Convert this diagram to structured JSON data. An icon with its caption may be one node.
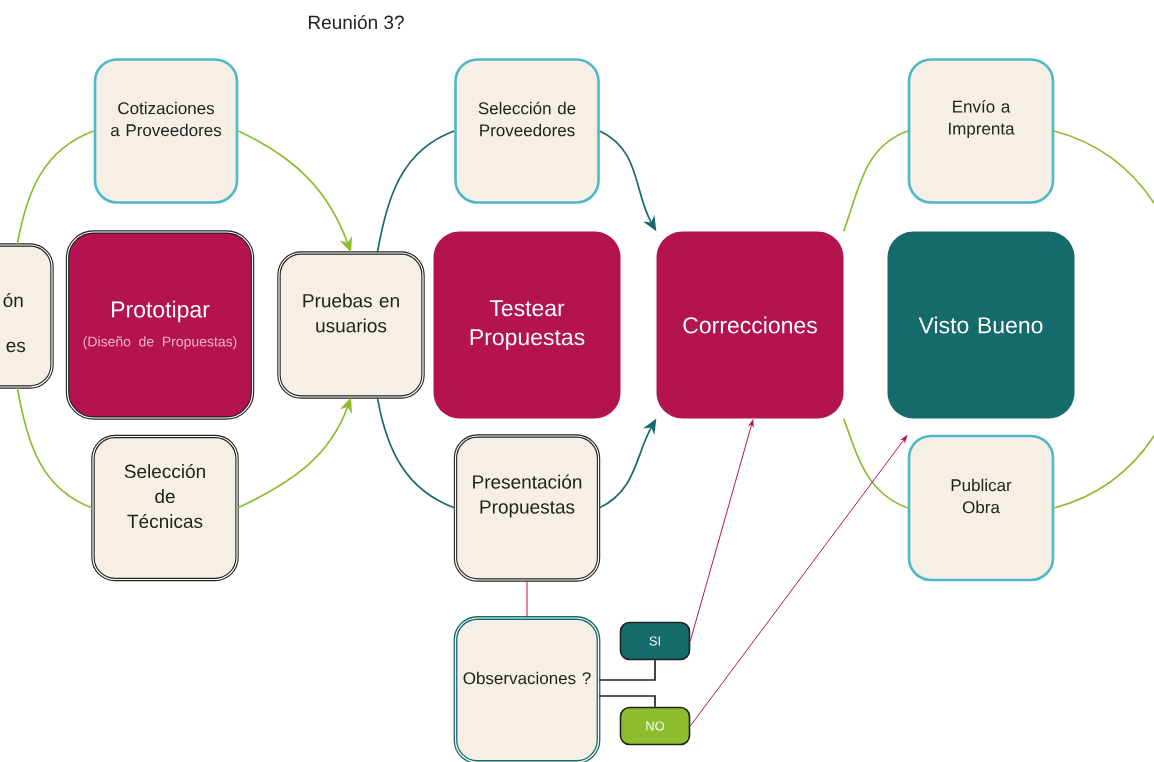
{
  "diagram": {
    "title": "Reunión 3?",
    "nodes": [
      {
        "text": [
          "ón",
          "es"
        ]
      },
      {
        "text": [
          "Cotizaciones a Proveedores"
        ]
      },
      {
        "text": [
          "Prototipar",
          "(Diseño de Propuestas)"
        ]
      },
      {
        "text": [
          "Selección de Técnicas"
        ]
      },
      {
        "text": [
          "Pruebas en usuarios"
        ]
      },
      {
        "text": [
          "Selección de Proveedores"
        ]
      },
      {
        "text": [
          "Testear Propuestas"
        ]
      },
      {
        "text": [
          "Presentación Propuestas"
        ]
      },
      {
        "text": [
          "Correcciones"
        ]
      },
      {
        "text": [
          "Envío a Imprenta"
        ]
      },
      {
        "text": [
          "Visto Bueno"
        ]
      },
      {
        "text": [
          "Publicar Obra"
        ]
      },
      {
        "text": [
          "Observaciones ?"
        ]
      },
      {
        "text": [
          "SI"
        ]
      },
      {
        "text": [
          "NO"
        ]
      }
    ],
    "edges": [
      {
        "from": 0,
        "to": 1,
        "arrow": "none"
      },
      {
        "from": 0,
        "to": 3,
        "arrow": "none"
      },
      {
        "from": 1,
        "to": 4,
        "arrow": "to"
      },
      {
        "from": 3,
        "to": 4,
        "arrow": "to"
      },
      {
        "from": 4,
        "to": 5,
        "arrow": "none",
        "color": "#156a6c"
      },
      {
        "from": 4,
        "to": 7,
        "arrow": "none",
        "color": "#156a6c"
      },
      {
        "from": 5,
        "to": 8,
        "arrow": "to",
        "color": "#156a6c"
      },
      {
        "from": 7,
        "to": 8,
        "arrow": "to",
        "color": "#156a6c"
      },
      {
        "from": 8,
        "to": 9,
        "arrow": "none"
      },
      {
        "from": 8,
        "to": 11,
        "arrow": "none"
      },
      {
        "from": 9,
        "to": 11,
        "arrow": "none"
      },
      {
        "from": 7,
        "to": 12,
        "arrow": "none",
        "color": "#b3144f"
      },
      {
        "from": 12,
        "to": 13,
        "arrow": "none",
        "color": "#222222"
      },
      {
        "from": 12,
        "to": 14,
        "arrow": "none",
        "color": "#222222"
      },
      {
        "from": 13,
        "to": 8,
        "arrow": "to",
        "color": "#b3144f"
      },
      {
        "from": 14,
        "to": 11,
        "arrow": "to",
        "color": "#b3144f"
      }
    ]
  }
}
